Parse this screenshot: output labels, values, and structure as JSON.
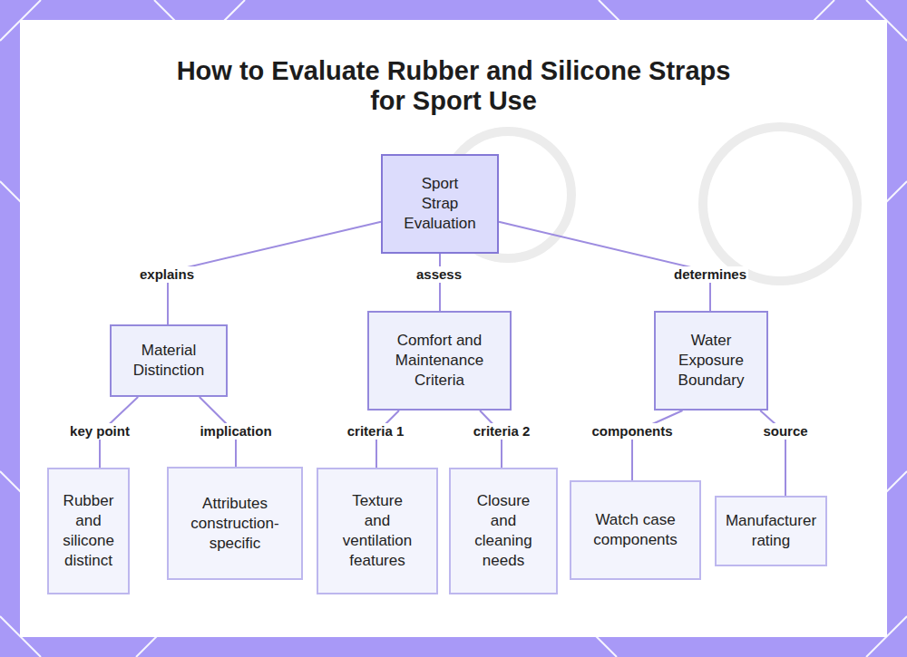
{
  "diagram": {
    "title": "How to Evaluate Rubber and Silicone Straps for Sport Use",
    "nodes": [
      {
        "text": [
          "Sport Strap Evaluation"
        ]
      },
      {
        "text": [
          "Material Distinction"
        ]
      },
      {
        "text": [
          "Comfort and Maintenance Criteria"
        ]
      },
      {
        "text": [
          "Water Exposure Boundary"
        ]
      },
      {
        "text": [
          "Rubber and silicone distinct"
        ]
      },
      {
        "text": [
          "Attributes construction-specific"
        ]
      },
      {
        "text": [
          "Texture and ventilation features"
        ]
      },
      {
        "text": [
          "Closure and cleaning needs"
        ]
      },
      {
        "text": [
          "Watch case components"
        ]
      },
      {
        "text": [
          "Manufacturer rating"
        ]
      }
    ],
    "edges": [
      {
        "from": 0,
        "to": 1,
        "label": "explains",
        "arrow": "none"
      },
      {
        "from": 0,
        "to": 2,
        "label": "assess",
        "arrow": "none"
      },
      {
        "from": 0,
        "to": 3,
        "label": "determines",
        "arrow": "none"
      },
      {
        "from": 1,
        "to": 4,
        "label": "key point",
        "arrow": "none"
      },
      {
        "from": 1,
        "to": 5,
        "label": "implication",
        "arrow": "none"
      },
      {
        "from": 2,
        "to": 6,
        "label": "criteria 1",
        "arrow": "none"
      },
      {
        "from": 2,
        "to": 7,
        "label": "criteria 2",
        "arrow": "none"
      },
      {
        "from": 3,
        "to": 8,
        "label": "components",
        "arrow": "none"
      },
      {
        "from": 3,
        "to": 9,
        "label": "source",
        "arrow": "none"
      }
    ]
  }
}
